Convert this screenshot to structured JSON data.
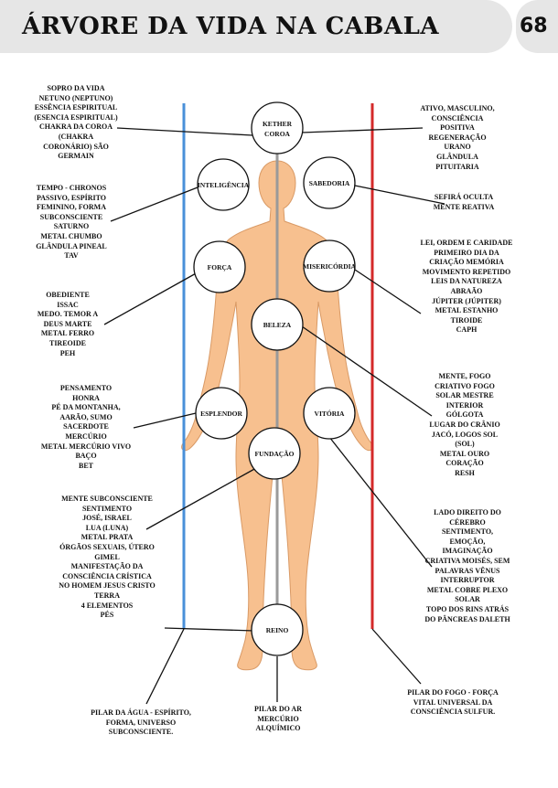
{
  "page": {
    "title": "ÁRVORE DA VIDA NA CABALA",
    "number": "68"
  },
  "diagram": {
    "sephiroth": {
      "kether": [
        "KETHER",
        "COROA"
      ],
      "chokmah": "SABEDORIA",
      "binah": "INTELIGÊNCIA",
      "chesed": "MISERICÓRDIA",
      "geburah": "FORÇA",
      "tiphareth": "BELEZA",
      "netzach": "VITÓRIA",
      "hod": "ESPLENDOR",
      "yesod": "FUNDAÇÃO",
      "malkuth": "REINO"
    },
    "annotations": {
      "kether_left": "SOPRO DA VIDA\nNETUNO (NEPTUNO)\nESSÊNCIA ESPIRITUAL\n(ESENCIA ESPIRITUAL)\nCHAKRA DA COROA\n(CHAKRA\nCORONÁRIO) SÃO\nGERMAIN",
      "kether_right": "ATIVO, MASCULINO,\nCONSCIÊNCIA\nPOSITIVA\nREGENERAÇÃO\nURANO\nGLÂNDULA\nPITUITARIA",
      "binah": "TEMPO - CHRONOS\nPASSIVO, ESPÍRITO\nFEMININO, FORMA\nSUBCONSCIENTE\nSATURNO\nMETAL CHUMBO\nGLÂNDULA PINEAL\nTAV",
      "chokmah": "SEFIRÁ OCULTA\nMENTE REATIVA",
      "chesed": "LEI, ORDEM E CARIDADE\nPRIMEIRO DIA DA\nCRIAÇÃO MEMÓRIA\nMOVIMENTO REPETIDO\nLEIS DA NATUREZA\nABRAÃO\nJÚPITER (JÚPITER)\nMETAL ESTANHO\nTIROIDE\nCAPH",
      "geburah": "OBEDIENTE\nISSAC\nMEDO. TEMOR A\nDEUS MARTE\nMETAL FERRO\nTIREOIDE\nPEH",
      "tiphareth": "MENTE, FOGO\nCRIATIVO FOGO\nSOLAR MESTRE\nINTERIOR\nGÓLGOTA\nLUGAR DO CRÂNIO\nJACÓ, LOGOS SOL\n(SOL)\nMETAL OURO\nCORAÇÃO\nRESH",
      "hod": "PENSAMENTO\nHONRA\nPÉ DA MONTANHA,\nAARÃO, SUMO\nSACERDOTE\nMERCÚRIO\nMETAL MERCÚRIO VIVO\nBAÇO\nBET",
      "netzach": "LADO DIREITO DO\nCÉREBRO\nSENTIMENTO,\nEMOÇÃO,\nIMAGINAÇÃO\nCRIATIVA MOISÉS, SEM\nPALAVRAS VÊNUS\nINTERRUPTOR\nMETAL COBRE PLEXO\nSOLAR\nTOPO DOS RINS ATRÁS\nDO PÂNCREAS DALETH",
      "yesod": "MENTE SUBCONSCIENTE\nSENTIMENTO\nJOSÉ, ISRAEL\nLUA (LUNA)\nMETAL PRATA\nÓRGÃOS SEXUAIS, ÚTERO\nGIMEL\nMANIFESTAÇÃO DA\nCONSCIÊNCIA CRÍSTICA\nNO HOMEM JESUS CRISTO\nTERRA\n4 ELEMENTOS\nPÉS",
      "pillar_water": "PILAR DA ÁGUA - ESPÍRITO,\nFORMA, UNIVERSO\nSUBCONSCIENTE.",
      "pillar_air": "PILAR DO AR\nMERCÚRIO\nALQUÍMICO",
      "pillar_fire": "PILAR DO FOGO - FORÇA\nVITAL UNIVERSAL DA\nCONSCIÊNCIA SULFUR."
    },
    "colors": {
      "body": "#f7c08f",
      "body_outline": "#d99a66",
      "pillar_water": "#4a90d9",
      "pillar_air": "#9a9a9a",
      "pillar_fire": "#d42a2a",
      "circle_fill": "#ffffff",
      "circle_stroke": "#111111"
    }
  }
}
